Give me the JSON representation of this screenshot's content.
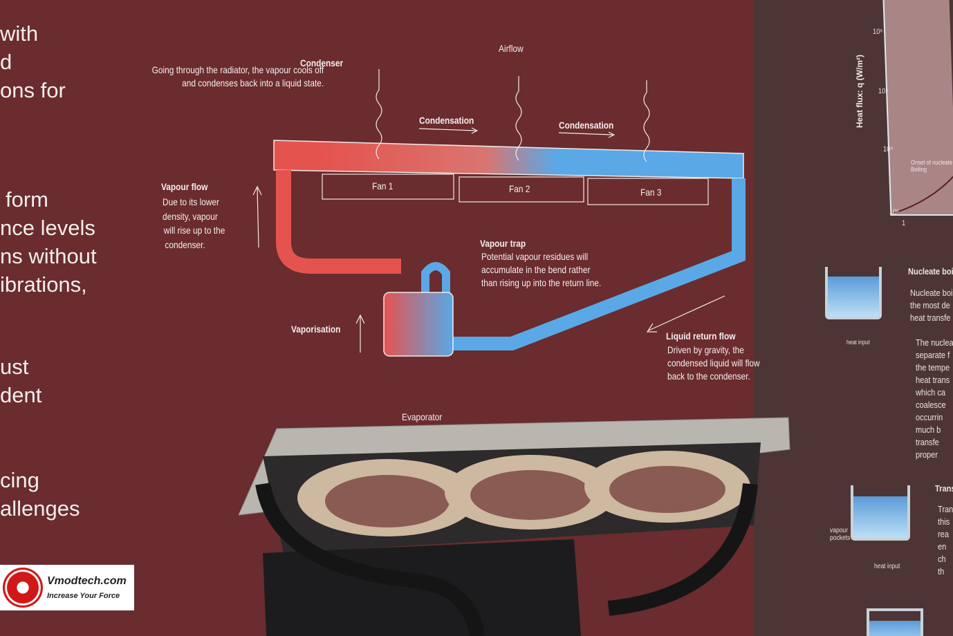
{
  "left_text": [
    "with",
    "d",
    "ons for",
    "form",
    "nce levels",
    "ns without",
    "ibrations,",
    "ust",
    "dent",
    "cing",
    "allenges"
  ],
  "diagram": {
    "airflow": "Airflow",
    "condenser_title": "Condenser",
    "condenser_body": [
      "Going through the radiator, the vapour cools off",
      "and condenses back into a liquid state."
    ],
    "condensation_1": "Condensation",
    "condensation_2": "Condensation",
    "fans": [
      "Fan 1",
      "Fan 2",
      "Fan 3"
    ],
    "vapour_flow_title": "Vapour flow",
    "vapour_flow_body": [
      "Due to its lower",
      "density, vapour",
      "will rise up to the",
      "condenser."
    ],
    "vapour_trap_title": "Vapour trap",
    "vapour_trap_body": [
      "Potential vapour residues will",
      "accumulate in the bend rather",
      "than rising up into the return line."
    ],
    "vaporisation": "Vaporisation",
    "liquid_return_title": "Liquid return flow",
    "liquid_return_body": [
      "Driven by gravity, the",
      "condensed liquid will flow",
      "back to the condenser."
    ],
    "evaporator": "Evaporator"
  },
  "right_panel": {
    "y_axis_label": "Heat flux: q (W/m²)",
    "y_ticks": [
      "10⁶",
      "10⁵",
      "10⁴",
      "10³"
    ],
    "x_tick": "1",
    "chart_annotation": [
      "Onset of nucleate",
      "Boiling"
    ],
    "nucleate_title": "Nucleate boi",
    "nucleate_body_1": [
      "Nucleate boi",
      "the most de",
      "heat transfe"
    ],
    "nucleate_body_2": [
      "The nuclea",
      "separate f",
      "the tempe",
      "heat trans",
      "which ca",
      "coalesce",
      "occurrin",
      "much b",
      "transfe",
      "proper"
    ],
    "heat_input_1": "heat input",
    "transition_title": "Trans",
    "transition_body": [
      "Tran",
      "this",
      "rea",
      "en",
      "ch",
      "th"
    ],
    "vapour_pockets": [
      "vapour",
      "pockets"
    ],
    "heat_input_2": "heat input"
  },
  "watermark": {
    "brand": "Vmodtech.com",
    "tagline": "Increase Your Force"
  },
  "colors": {
    "bg": "#6a2c2e",
    "hot": "#e5534f",
    "cold": "#5aa8e6",
    "panel": "#4d3535"
  }
}
